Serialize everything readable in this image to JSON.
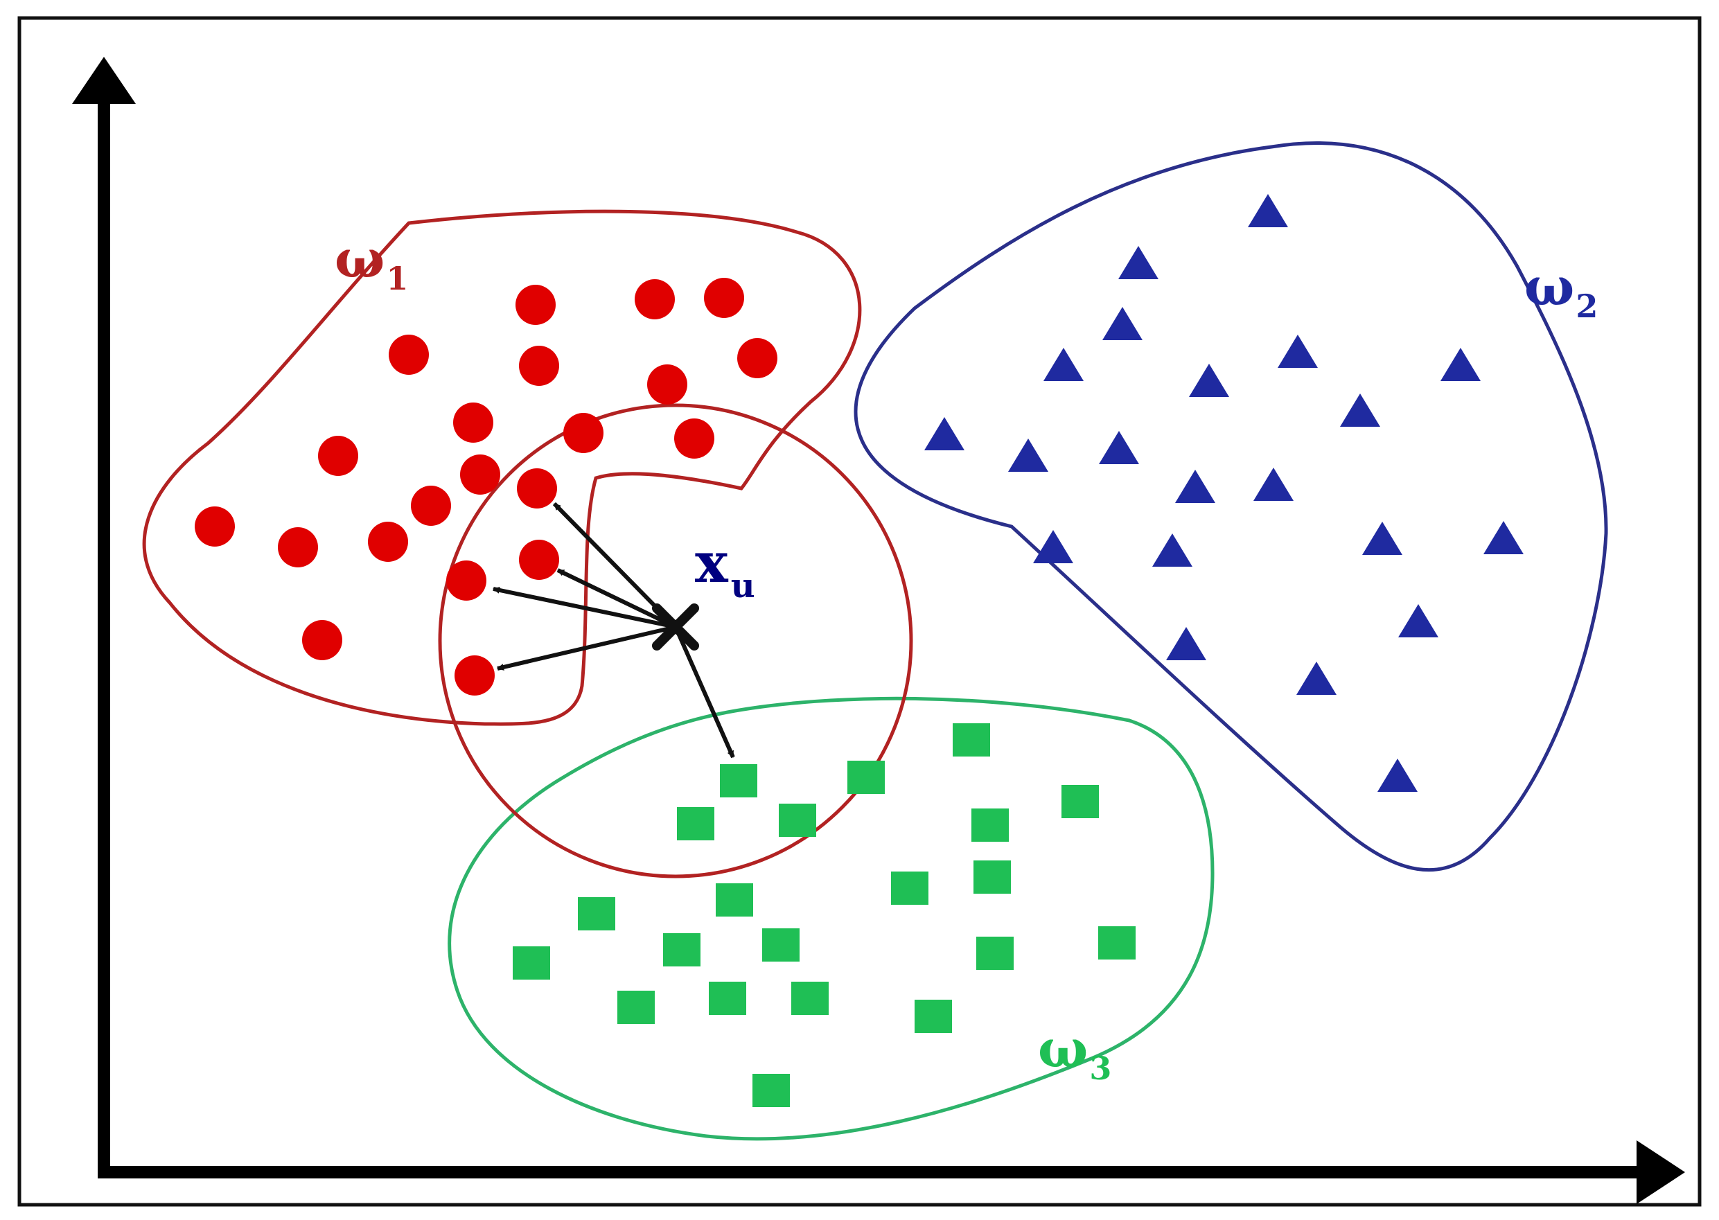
{
  "labels": {
    "class1": {
      "main": "ω",
      "sub": "1"
    },
    "class2": {
      "main": "ω",
      "sub": "2"
    },
    "class3": {
      "main": "ω",
      "sub": "3"
    },
    "query": {
      "main": "x",
      "sub": "u"
    }
  },
  "colors": {
    "class1": "#e00000",
    "class1_boundary": "#b22222",
    "class2": "#1f2aa0",
    "class2_boundary": "#2a2f8a",
    "class3": "#1fbf55",
    "class3_boundary": "#2db36a",
    "query": "#000080",
    "arrows": "#111111"
  },
  "icons": {
    "class1_marker": "circle",
    "class2_marker": "triangle",
    "class3_marker": "square",
    "query_marker": "x-mark"
  }
}
